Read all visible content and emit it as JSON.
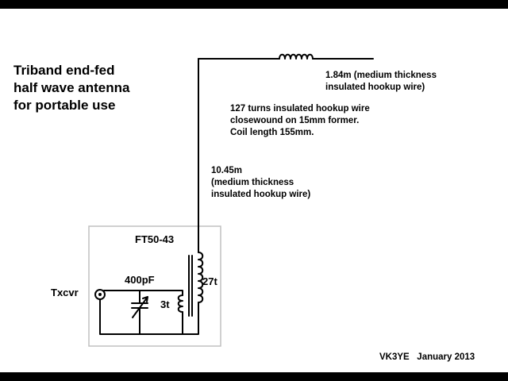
{
  "title": {
    "line1": "Triband end-fed",
    "line2": "half wave antenna",
    "line3": "for portable use"
  },
  "labels": {
    "top_wire_line1": "1.84m (medium thickness",
    "top_wire_line2": "insulated hookup wire)",
    "coil_line1": "127 turns insulated hookup wire",
    "coil_line2": "closewound on 15mm former.",
    "coil_line3": "Coil length 155mm.",
    "vertical_wire_line1": "10.45m",
    "vertical_wire_line2": "(medium thickness",
    "vertical_wire_line3": "insulated hookup wire)",
    "toroid": "FT50-43",
    "capacitor": "400pF",
    "secondary_turns": "27t",
    "primary_turns": "3t",
    "radio": "Txcvr",
    "credit": "VK3YE   January 2013"
  },
  "colors": {
    "background": "#ffffff",
    "border_bars": "#000000",
    "lines": "#000000",
    "box_outline": "#bfbfbf"
  }
}
